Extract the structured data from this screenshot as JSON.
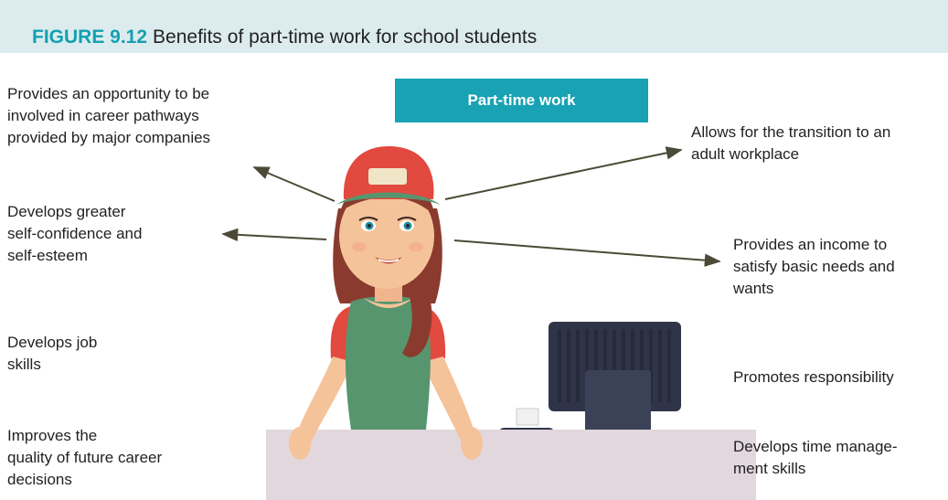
{
  "figure": {
    "number": "FIGURE 9.12",
    "title": "Benefits of part-time work for school students"
  },
  "center_box": "Part-time work",
  "benefits": {
    "career_pathways": "Provides an opportunity to be\ninvolved in career pathways\nprovided by major companies",
    "self_confidence": "Develops greater\nself-confidence and\nself-esteem",
    "job_skills": "Develops job\nskills",
    "career_decisions": "Improves the\nquality of future career\ndecisions",
    "adult_workplace": "Allows for the transition to an\nadult workplace",
    "income": "Provides an income to\nsatisfy basic needs and\nwants",
    "responsibility": "Promotes responsibility",
    "time_management": "Develops time manage-\nment skills"
  },
  "colors": {
    "accent": "#14a0b2",
    "box": "#19a2b3",
    "caption_bg": "#dcecee",
    "arrow": "#4a4a36",
    "counter": "#e3d7de",
    "cap": "#e2493f",
    "shirt": "#57956f"
  },
  "icons": [
    "cashier-girl-illustration",
    "cash-register-illustration"
  ]
}
